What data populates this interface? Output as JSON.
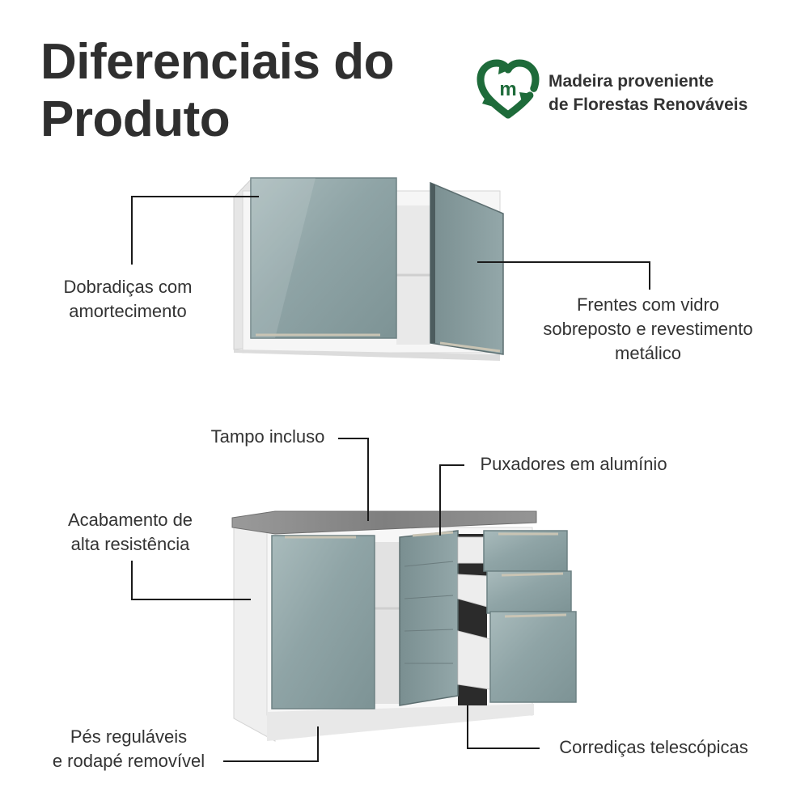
{
  "title": {
    "line1": "Diferenciais do",
    "line2": "Produto"
  },
  "eco_badge": {
    "icon": "recycle-heart-logo",
    "letter": "m",
    "line1": "Madeira proveniente",
    "line2": "de Florestas Renováveis",
    "color": "#1e6b3a"
  },
  "features": {
    "hinges": {
      "line1": "Dobradiças com",
      "line2": "amortecimento"
    },
    "fronts": {
      "line1": "Frentes com vidro",
      "line2": "sobreposto e revestimento",
      "line3": "metálico"
    },
    "top": {
      "line1": "Tampo incluso"
    },
    "handles": {
      "line1": "Puxadores em alumínio"
    },
    "finish": {
      "line1": "Acabamento de",
      "line2": "alta resistência"
    },
    "feet": {
      "line1": "Pés reguláveis",
      "line2": "e rodapé removível"
    },
    "slides": {
      "line1": "Corrediças telescópicas"
    }
  },
  "colors": {
    "glass": "#8ea3a5",
    "body": "#f2f2f2",
    "countertop": "#8c8c8c",
    "leader": "#1a1a1a"
  }
}
